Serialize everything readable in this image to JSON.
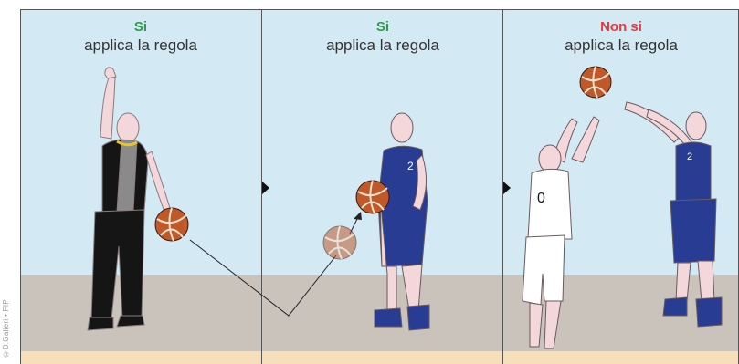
{
  "panels": [
    {
      "verdict": "Si",
      "verdict_color": "#2e9e48",
      "rule": "applica la regola"
    },
    {
      "verdict": "Si",
      "verdict_color": "#2e9e48",
      "rule": "applica la regola"
    },
    {
      "verdict": "Non si",
      "verdict_color": "#e03a3e",
      "rule": "applica la regola"
    }
  ],
  "jersey_numbers": {
    "blue_player_panel2": "2",
    "white_player": "0",
    "blue_player_panel3": "2"
  },
  "credit": "©D.Galieri • FIP",
  "colors": {
    "sky": "#d3e9f3",
    "floor": "#c9c3bb",
    "court": "#f6dfb9",
    "skin": "#f4d7db",
    "skin_outline": "#8a7a7d",
    "blue_uniform": "#283c93",
    "referee_black": "#151515",
    "referee_gray": "#8a8a8a",
    "ball": "#c0582a"
  }
}
